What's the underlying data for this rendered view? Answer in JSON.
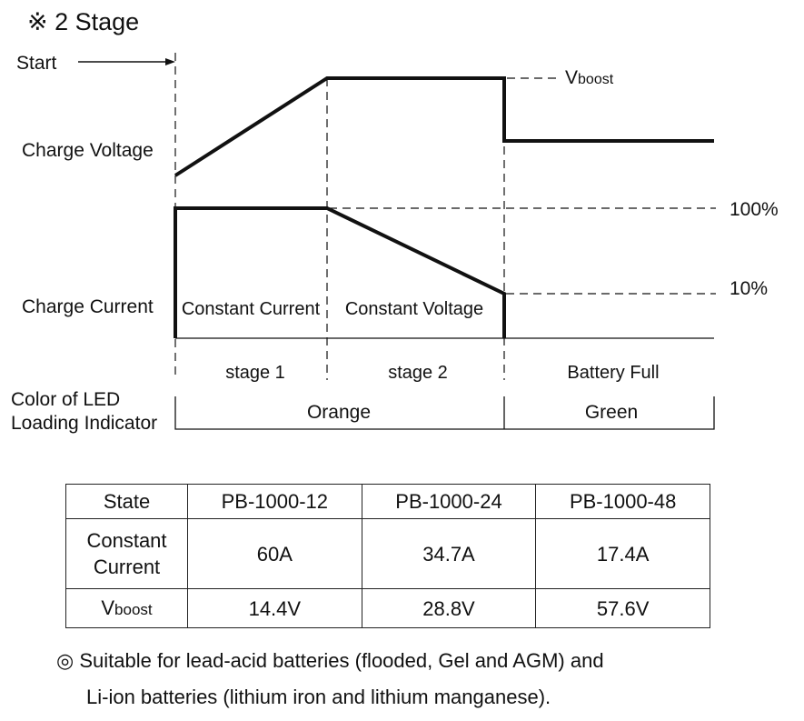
{
  "title": "※ 2 Stage",
  "labels": {
    "start": "Start",
    "charge_voltage": "Charge Voltage",
    "charge_current": "Charge Current",
    "led_line1": "Color of LED",
    "led_line2": "Loading Indicator",
    "v_main": "V",
    "v_sub": "boost",
    "pct_100": "100%",
    "pct_10": "10%",
    "constant_current": "Constant Current",
    "constant_voltage": "Constant Voltage",
    "stage1": "stage 1",
    "stage2": "stage 2",
    "battery_full": "Battery Full",
    "orange": "Orange",
    "green": "Green"
  },
  "table": {
    "header": [
      "State",
      "PB-1000-12",
      "PB-1000-24",
      "PB-1000-48"
    ],
    "cc_label_line1": "Constant",
    "cc_label_line2": "Current",
    "cc_values": [
      "60A",
      "34.7A",
      "17.4A"
    ],
    "vb_label_main": "V",
    "vb_label_sub": "boost",
    "vb_values": [
      "14.4V",
      "28.8V",
      "57.6V"
    ]
  },
  "note": {
    "symbol": "◎",
    "line1": "Suitable for lead-acid batteries (flooded, Gel and AGM) and",
    "line2": "Li-ion batteries (lithium iron and lithium manganese)."
  }
}
